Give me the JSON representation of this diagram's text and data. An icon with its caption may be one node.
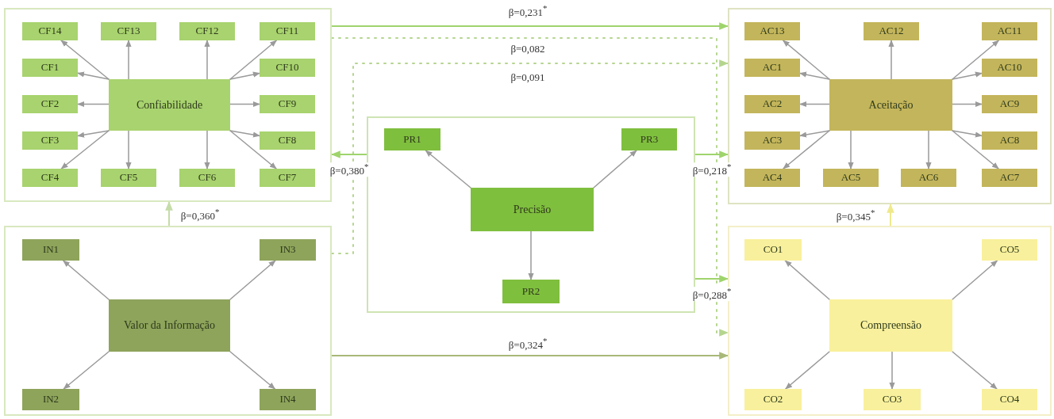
{
  "diagram": {
    "nodes": [
      {
        "text": [],
        "shape": "box"
      },
      {
        "text": [
          "Confiabilidade"
        ],
        "in": 0
      },
      {
        "text": [
          "CF14"
        ],
        "in": 0
      },
      {
        "text": [
          "CF13"
        ],
        "in": 0
      },
      {
        "text": [
          "CF12"
        ],
        "in": 0
      },
      {
        "text": [
          "CF11"
        ],
        "in": 0
      },
      {
        "text": [
          "CF1"
        ],
        "in": 0
      },
      {
        "text": [
          "CF10"
        ],
        "in": 0
      },
      {
        "text": [
          "CF2"
        ],
        "in": 0
      },
      {
        "text": [
          "CF9"
        ],
        "in": 0
      },
      {
        "text": [
          "CF3"
        ],
        "in": 0
      },
      {
        "text": [
          "CF8"
        ],
        "in": 0
      },
      {
        "text": [
          "CF4"
        ],
        "in": 0
      },
      {
        "text": [
          "CF5"
        ],
        "in": 0
      },
      {
        "text": [
          "CF6"
        ],
        "in": 0
      },
      {
        "text": [
          "CF7"
        ],
        "in": 0
      },
      {
        "text": [],
        "shape": "box"
      },
      {
        "text": [
          "Aceitação"
        ],
        "in": 16
      },
      {
        "text": [
          "AC13"
        ],
        "in": 16
      },
      {
        "text": [
          "AC12"
        ],
        "in": 16
      },
      {
        "text": [
          "AC11"
        ],
        "in": 16
      },
      {
        "text": [
          "AC1"
        ],
        "in": 16
      },
      {
        "text": [
          "AC10"
        ],
        "in": 16
      },
      {
        "text": [
          "AC2"
        ],
        "in": 16
      },
      {
        "text": [
          "AC9"
        ],
        "in": 16
      },
      {
        "text": [
          "AC3"
        ],
        "in": 16
      },
      {
        "text": [
          "AC8"
        ],
        "in": 16
      },
      {
        "text": [
          "AC4"
        ],
        "in": 16
      },
      {
        "text": [
          "AC5"
        ],
        "in": 16
      },
      {
        "text": [
          "AC6"
        ],
        "in": 16
      },
      {
        "text": [
          "AC7"
        ],
        "in": 16
      },
      {
        "text": [],
        "shape": "box"
      },
      {
        "text": [
          "Precisão"
        ],
        "in": 31
      },
      {
        "text": [
          "PR1"
        ],
        "in": 31
      },
      {
        "text": [
          "PR3"
        ],
        "in": 31
      },
      {
        "text": [
          "PR2"
        ],
        "in": 31
      },
      {
        "text": [],
        "shape": "box"
      },
      {
        "text": [
          "Valor da Informação"
        ],
        "in": 36
      },
      {
        "text": [
          "IN1"
        ],
        "in": 36
      },
      {
        "text": [
          "IN3"
        ],
        "in": 36
      },
      {
        "text": [
          "IN2"
        ],
        "in": 36
      },
      {
        "text": [
          "IN4"
        ],
        "in": 36
      },
      {
        "text": [],
        "shape": "box"
      },
      {
        "text": [
          "Compreensão"
        ],
        "in": 42
      },
      {
        "text": [
          "CO1"
        ],
        "in": 42
      },
      {
        "text": [
          "CO5"
        ],
        "in": 42
      },
      {
        "text": [
          "CO2"
        ],
        "in": 42
      },
      {
        "text": [
          "CO3"
        ],
        "in": 42
      },
      {
        "text": [
          "CO4"
        ],
        "in": 42
      }
    ],
    "edges": [
      {
        "from": 0,
        "to": 16,
        "arrow": "to",
        "label": "β=0,231$^{*}$",
        "color": "#9fd46c"
      },
      {
        "from": 0,
        "to": 42,
        "arrow": "to",
        "label": "β=0,082",
        "style": "dashed",
        "color": "#b5d58f"
      },
      {
        "from": 36,
        "to": 16,
        "arrow": "to",
        "label": "β=0,091",
        "style": "dashed",
        "color": "#b5d58f"
      },
      {
        "from": 31,
        "to": 0,
        "arrow": "to",
        "label": "β=0,380$^{*}$",
        "color": "#9fd46c"
      },
      {
        "from": 31,
        "to": 16,
        "arrow": "to",
        "label": "β=0,218$^{*}$",
        "color": "#9fd46c"
      },
      {
        "from": 31,
        "to": 42,
        "arrow": "to",
        "label": "β=0,288$^{*}$",
        "color": "#9fd46c"
      },
      {
        "from": 36,
        "to": 42,
        "arrow": "to",
        "label": "β=0,324$^{*}$",
        "color": "#a8b878"
      },
      {
        "from": 36,
        "to": 0,
        "arrow": "to",
        "label": "β=0,360$^{*}$",
        "color": "#c5dca8"
      },
      {
        "from": 42,
        "to": 16,
        "arrow": "to",
        "label": "β=0,345$^{*}$",
        "color": "#efe98c"
      },
      {
        "from": 1,
        "to": 2,
        "arrow": "to"
      },
      {
        "from": 1,
        "to": 3,
        "arrow": "to"
      },
      {
        "from": 1,
        "to": 4,
        "arrow": "to"
      },
      {
        "from": 1,
        "to": 5,
        "arrow": "to"
      },
      {
        "from": 1,
        "to": 6,
        "arrow": "to"
      },
      {
        "from": 1,
        "to": 7,
        "arrow": "to"
      },
      {
        "from": 1,
        "to": 8,
        "arrow": "to"
      },
      {
        "from": 1,
        "to": 9,
        "arrow": "to"
      },
      {
        "from": 1,
        "to": 10,
        "arrow": "to"
      },
      {
        "from": 1,
        "to": 11,
        "arrow": "to"
      },
      {
        "from": 1,
        "to": 12,
        "arrow": "to"
      },
      {
        "from": 1,
        "to": 13,
        "arrow": "to"
      },
      {
        "from": 1,
        "to": 14,
        "arrow": "to"
      },
      {
        "from": 1,
        "to": 15,
        "arrow": "to"
      },
      {
        "from": 17,
        "to": 18,
        "arrow": "to"
      },
      {
        "from": 17,
        "to": 19,
        "arrow": "to"
      },
      {
        "from": 17,
        "to": 20,
        "arrow": "to"
      },
      {
        "from": 17,
        "to": 21,
        "arrow": "to"
      },
      {
        "from": 17,
        "to": 22,
        "arrow": "to"
      },
      {
        "from": 17,
        "to": 23,
        "arrow": "to"
      },
      {
        "from": 17,
        "to": 24,
        "arrow": "to"
      },
      {
        "from": 17,
        "to": 25,
        "arrow": "to"
      },
      {
        "from": 17,
        "to": 26,
        "arrow": "to"
      },
      {
        "from": 17,
        "to": 27,
        "arrow": "to"
      },
      {
        "from": 17,
        "to": 28,
        "arrow": "to"
      },
      {
        "from": 17,
        "to": 29,
        "arrow": "to"
      },
      {
        "from": 17,
        "to": 30,
        "arrow": "to"
      },
      {
        "from": 32,
        "to": 33,
        "arrow": "to"
      },
      {
        "from": 32,
        "to": 34,
        "arrow": "to"
      },
      {
        "from": 32,
        "to": 35,
        "arrow": "to"
      },
      {
        "from": 37,
        "to": 38,
        "arrow": "to"
      },
      {
        "from": 37,
        "to": 39,
        "arrow": "to"
      },
      {
        "from": 37,
        "to": 40,
        "arrow": "to"
      },
      {
        "from": 37,
        "to": 41,
        "arrow": "to"
      },
      {
        "from": 43,
        "to": 44,
        "arrow": "to"
      },
      {
        "from": 43,
        "to": 45,
        "arrow": "to"
      },
      {
        "from": 43,
        "to": 46,
        "arrow": "to"
      },
      {
        "from": 43,
        "to": 47,
        "arrow": "to"
      },
      {
        "from": 43,
        "to": 48,
        "arrow": "to"
      }
    ]
  }
}
